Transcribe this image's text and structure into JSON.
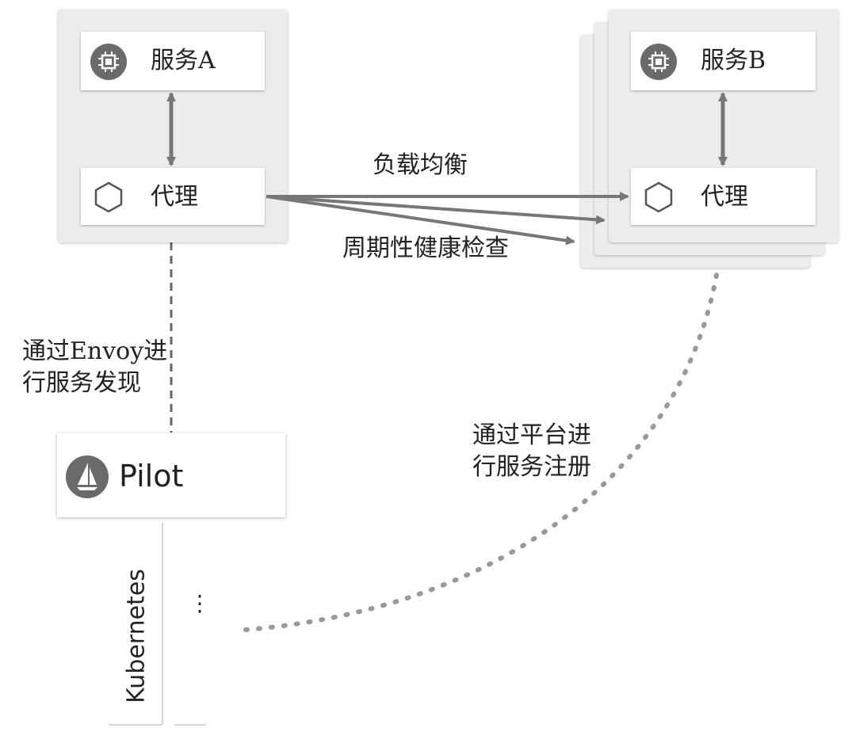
{
  "service_a": {
    "title": "服务A",
    "proxy": "代理"
  },
  "service_b": {
    "title": "服务B",
    "proxy": "代理"
  },
  "edges": {
    "load_balancing": "负载均衡",
    "health_check": "周期性健康检查",
    "discovery_line1": "通过Envoy进",
    "discovery_line2": "行服务发现",
    "registration_line1": "通过平台进",
    "registration_line2": "行服务注册"
  },
  "pilot": {
    "label": "Pilot"
  },
  "platform": {
    "label": "Kubernetes",
    "more": "⋮"
  },
  "icons": [
    "chip-icon",
    "hexagon-icon",
    "sail-logo-icon"
  ],
  "colors": {
    "panel": "#ececec",
    "arrow": "#777777",
    "icon": "#6a6a6a"
  }
}
